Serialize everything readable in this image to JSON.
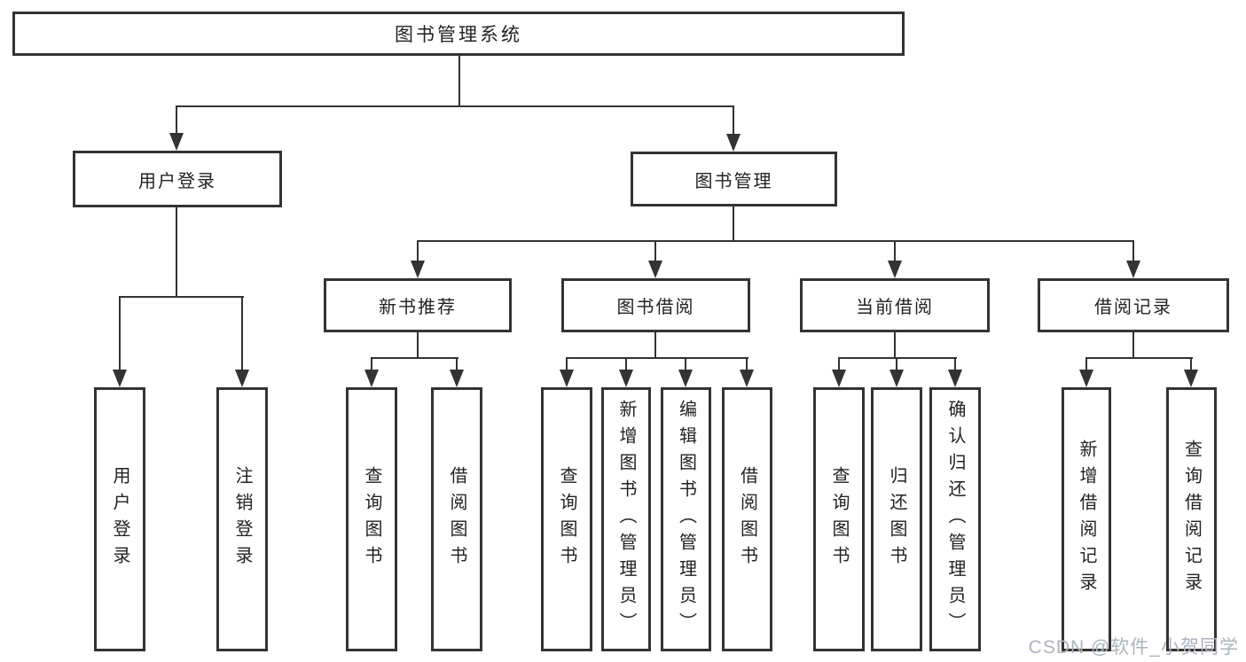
{
  "diagram": {
    "title": "图书管理系统",
    "level2": {
      "user_login": "用户登录",
      "book_mgmt": "图书管理"
    },
    "level3": {
      "new_book_rec": "新书推荐",
      "book_borrow": "图书借阅",
      "current_borrow": "当前借阅",
      "borrow_record": "借阅记录"
    },
    "leaves": {
      "login": "用户登录",
      "logout": "注销登录",
      "rec_query_book": "查询图书",
      "rec_borrow_book": "借阅图书",
      "bb_query_book": "查询图书",
      "bb_add_book": "新增图书（管理员）",
      "bb_edit_book": "编辑图书（管理员）",
      "bb_borrow_book": "借阅图书",
      "cb_query_book": "查询图书",
      "cb_return_book": "归还图书",
      "cb_confirm_return": "确认归还（管理员）",
      "rc_add_record": "新增借阅记录",
      "rc_query_record": "查询借阅记录"
    },
    "watermark": "CSDN @软件_小贺同学",
    "colors": {
      "line": "#333333",
      "text": "#222222",
      "background": "#ffffff",
      "watermark": "#aeb2bc"
    }
  }
}
